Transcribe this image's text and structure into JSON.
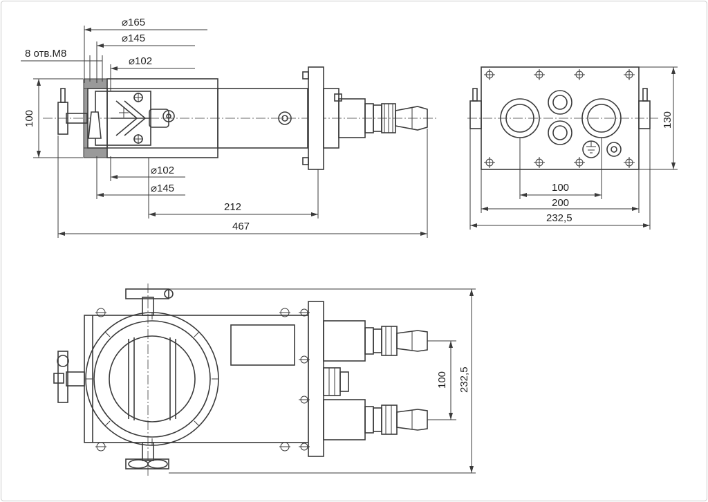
{
  "drawing": {
    "front_view": {
      "holes_label": "8 отв.М8",
      "dia_165": "⌀165",
      "dia_145_top": "⌀145",
      "dia_102_top": "⌀102",
      "dia_102_bottom": "⌀102",
      "dia_145_bottom": "⌀145",
      "height_100": "100",
      "length_212": "212",
      "length_467": "467"
    },
    "side_view": {
      "width_100": "100",
      "width_200": "200",
      "width_232_5": "232,5",
      "height_130": "130"
    },
    "top_view": {
      "spacing_100": "100",
      "height_232_5": "232,5"
    }
  }
}
